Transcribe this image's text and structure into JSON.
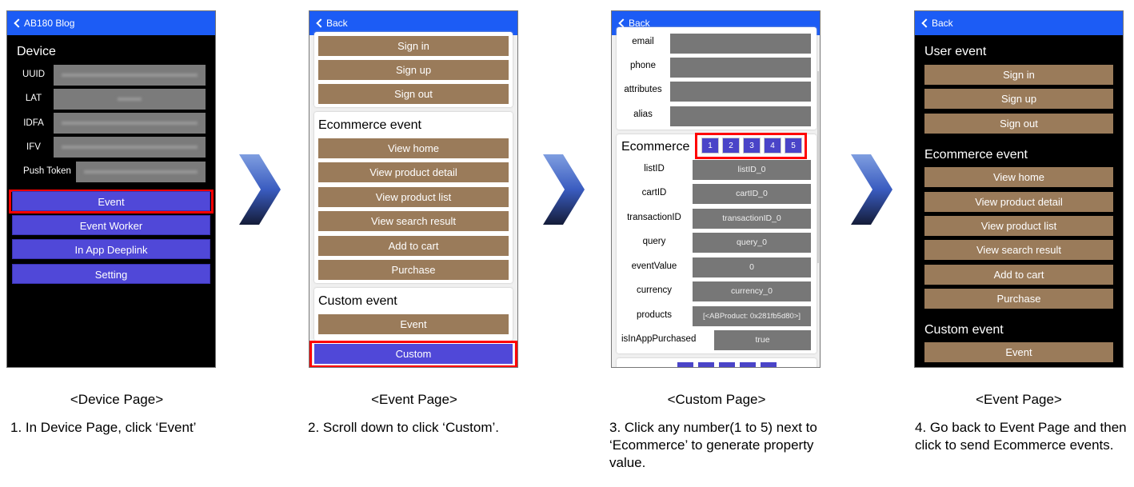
{
  "panel1": {
    "header": "AB180 Blog",
    "title": "Device",
    "rows": [
      "UUID",
      "LAT",
      "IDFA",
      "IFV",
      "Push Token"
    ],
    "buttons": [
      "Event",
      "Event Worker",
      "In App Deeplink",
      "Setting"
    ]
  },
  "panel2": {
    "header": "Back",
    "user_buttons": [
      "Sign in",
      "Sign up",
      "Sign out"
    ],
    "ecommerce_title": "Ecommerce event",
    "ecommerce_buttons": [
      "View home",
      "View product detail",
      "View product list",
      "View search result",
      "Add to cart",
      "Purchase"
    ],
    "custom_title": "Custom event",
    "custom_buttons": [
      "Event"
    ],
    "custom_nav": "Custom"
  },
  "panel3": {
    "header": "Back",
    "user_rows": [
      "email",
      "phone",
      "attributes",
      "alias"
    ],
    "ecommerce_title": "Ecommerce",
    "numbers": [
      "1",
      "2",
      "3",
      "4",
      "5"
    ],
    "fields": [
      {
        "label": "listID",
        "value": "listID_0"
      },
      {
        "label": "cartID",
        "value": "cartID_0"
      },
      {
        "label": "transactionID",
        "value": "transactionID_0"
      },
      {
        "label": "query",
        "value": "query_0"
      },
      {
        "label": "eventValue",
        "value": "0"
      },
      {
        "label": "currency",
        "value": "currency_0"
      },
      {
        "label": "products",
        "value": "[<ABProduct: 0x281fb5d80>]"
      },
      {
        "label": "isInAppPurchased",
        "value": "true"
      }
    ]
  },
  "panel4": {
    "header": "Back",
    "user_title": "User event",
    "user_buttons": [
      "Sign in",
      "Sign up",
      "Sign out"
    ],
    "ecommerce_title": "Ecommerce event",
    "ecommerce_buttons": [
      "View home",
      "View product detail",
      "View product list",
      "View search result",
      "Add to cart",
      "Purchase"
    ],
    "custom_title": "Custom event",
    "custom_buttons": [
      "Event"
    ]
  },
  "captions": [
    "<Device Page>",
    "<Event Page>",
    "<Custom Page>",
    "<Event Page>"
  ],
  "steps": [
    "1. In Device Page, click ‘Event’",
    "2. Scroll down to click ‘Custom’.",
    "3. Click any number(1 to 5) next to ‘Ecommerce’ to generate property value.",
    "4. Go back to Event Page and then click to send Ecommerce events."
  ],
  "colors": {
    "header": "#1c5cf5",
    "purple_button": "#5048d8",
    "brown_button": "#9a7b5a",
    "highlight": "#ff0000"
  }
}
